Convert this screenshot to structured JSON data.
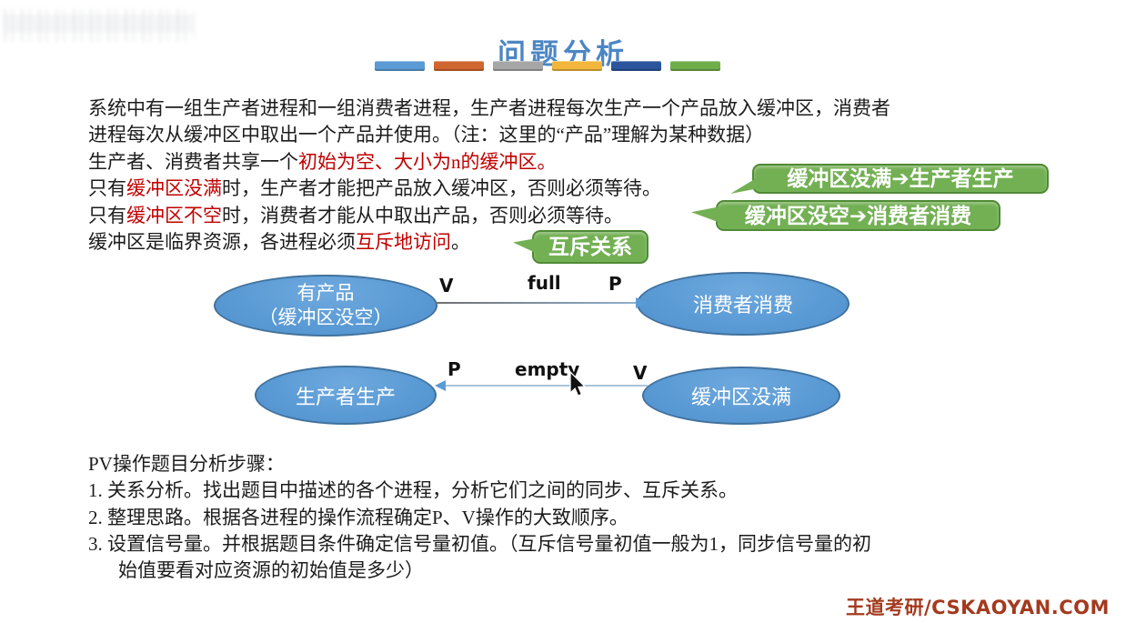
{
  "title": "问题分析",
  "accent_bars": [
    "#5B9BD5",
    "#D0662F",
    "#A6A6A6",
    "#F1B63B",
    "#2B559D",
    "#6FAD49"
  ],
  "intro": {
    "l1": "系统中有一组生产者进程和一组消费者进程，生产者进程每次生产一个产品放入缓冲区，消费者",
    "l2": "进程每次从缓冲区中取出一个产品并使用。（注：这里的“产品”理解为某种数据）",
    "l3_pre": "生产者、消费者共享一个",
    "l3_red": "初始为空、大小为n的缓冲区。",
    "l4_pre": "只有",
    "l4_red": "缓冲区没满",
    "l4_post": "时，生产者才能把产品放入缓冲区，否则必须等待。",
    "l5_pre": "只有",
    "l5_red": "缓冲区不空",
    "l5_post": "时，消费者才能从中取出产品，否则必须等待。",
    "l6_pre": "缓冲区是临界资源，各进程必须",
    "l6_red": "互斥地访问",
    "l6_end": "。"
  },
  "callouts": [
    {
      "text": "缓冲区没满➔生产者生产"
    },
    {
      "text": "缓冲区没空➔消费者消费"
    },
    {
      "text": "互斥关系"
    }
  ],
  "diagram": {
    "top": {
      "left_line1": "有产品",
      "left_line2": "（缓冲区没空）",
      "right": "消费者消费",
      "label_start": "V",
      "label_mid": "full",
      "label_end": "P"
    },
    "bottom": {
      "left": "生产者生产",
      "right": "缓冲区没满",
      "label_left": "P",
      "label_mid": "empty",
      "label_right": "V"
    }
  },
  "steps": {
    "heading": "PV操作题目分析步骤：",
    "items": [
      "1. 关系分析。找出题目中描述的各个进程，分析它们之间的同步、互斥关系。",
      "2. 整理思路。根据各进程的操作流程确定P、V操作的大致顺序。",
      "3. 设置信号量。并根据题目条件确定信号量初值。（互斥信号量初值一般为1，同步信号量的初",
      "始值要看对应资源的初始值是多少）"
    ]
  },
  "brand": "王道考研/CSKAOYAN.COM",
  "colors": {
    "title_blue": "#4C86C4",
    "red_emphasis": "#C00000",
    "ellipse_fill": "#5B9BD5",
    "ellipse_border": "#41719C",
    "callout_fill": "#73B054",
    "callout_border": "#4F8A35",
    "brand_red": "#A33A1E"
  }
}
